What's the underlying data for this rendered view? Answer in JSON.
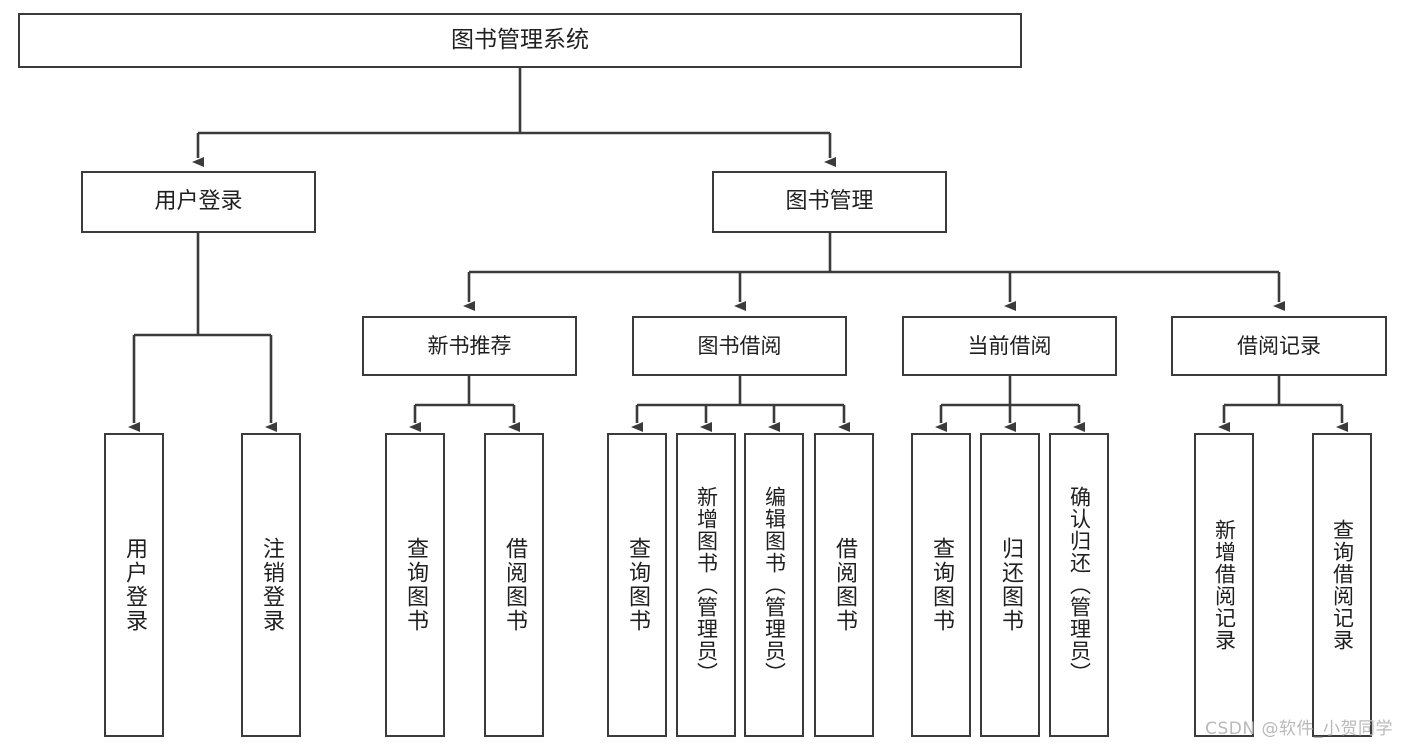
{
  "diagram": {
    "title": "图书管理系统",
    "type": "tree-hierarchy-chart",
    "watermark": "CSDN @软件_小贺同学",
    "colors": {
      "box_border": "#3b3b3b",
      "box_fill": "#ffffff",
      "edge": "#3b3b3b",
      "text": "#1f1f1f",
      "watermark": "#b9b9b9",
      "background": "#ffffff"
    },
    "root": {
      "label": "图书管理系统"
    },
    "level1": [
      {
        "label": "用户登录"
      },
      {
        "label": "图书管理"
      }
    ],
    "level2": [
      {
        "label": "新书推荐"
      },
      {
        "label": "图书借阅"
      },
      {
        "label": "当前借阅"
      },
      {
        "label": "借阅记录"
      }
    ],
    "leaves": {
      "user_login": [
        {
          "label": "用户登录"
        },
        {
          "label": "注销登录"
        }
      ],
      "new_book_recommend": [
        {
          "label": "查询图书"
        },
        {
          "label": "借阅图书"
        }
      ],
      "book_borrow": [
        {
          "label": "查询图书"
        },
        {
          "label": "新增图书（管理员）"
        },
        {
          "label": "编辑图书（管理员）"
        },
        {
          "label": "借阅图书"
        }
      ],
      "current_borrow": [
        {
          "label": "查询图书"
        },
        {
          "label": "归还图书"
        },
        {
          "label": "确认归还（管理员）"
        }
      ],
      "borrow_record": [
        {
          "label": "新增借阅记录"
        },
        {
          "label": "查询借阅记录"
        }
      ]
    }
  }
}
